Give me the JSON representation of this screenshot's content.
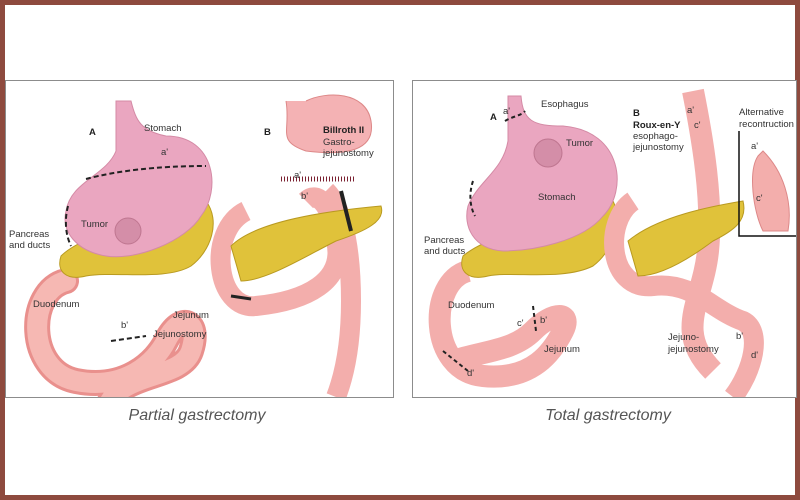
{
  "partial": {
    "caption": "Partial gastrectomy",
    "panel_a": {
      "letter": "A",
      "stomach": "Stomach",
      "a_prime": "a'",
      "tumor": "Tumor",
      "pancreas_1": "Pancreas",
      "pancreas_2": "and ducts",
      "duodenum": "Duodenum",
      "jejunum": "Jejunum",
      "b_prime": "b'",
      "jejunostomy": "Jejunostomy"
    },
    "panel_b": {
      "letter": "B",
      "title": "Billroth II",
      "sub_1": "Gastro-",
      "sub_2": "jejunostomy",
      "a_prime": "a'",
      "b_prime": "b'"
    }
  },
  "total": {
    "caption": "Total gastrectomy",
    "panel_a": {
      "letter": "A",
      "esophagus": "Esophagus",
      "a_prime": "a'",
      "tumor": "Tumor",
      "stomach": "Stomach",
      "pancreas_1": "Pancreas",
      "pancreas_2": "and ducts",
      "duodenum": "Duodenum",
      "c_prime": "c'",
      "b_prime": "b'",
      "jejunum": "Jejunum",
      "d_prime": "d'"
    },
    "panel_b": {
      "letter": "B",
      "title": "Roux-en-Y",
      "sub_1": "esophago-",
      "sub_2": "jejunostomy",
      "a_prime": "a'",
      "c_prime": "c'",
      "jj_1": "Jejuno-",
      "jj_2": "jejunostomy",
      "b_prime": "b'",
      "d_prime": "d'"
    },
    "inset": {
      "title_1": "Alternative",
      "title_2": "recontruction",
      "a_prime": "a'",
      "c_prime": "c'"
    }
  },
  "colors": {
    "frame": "#8e4a3e",
    "tissue": "#f2a9a6",
    "stomach": "#e7a3bd",
    "pancreas": "#e0c23a"
  }
}
